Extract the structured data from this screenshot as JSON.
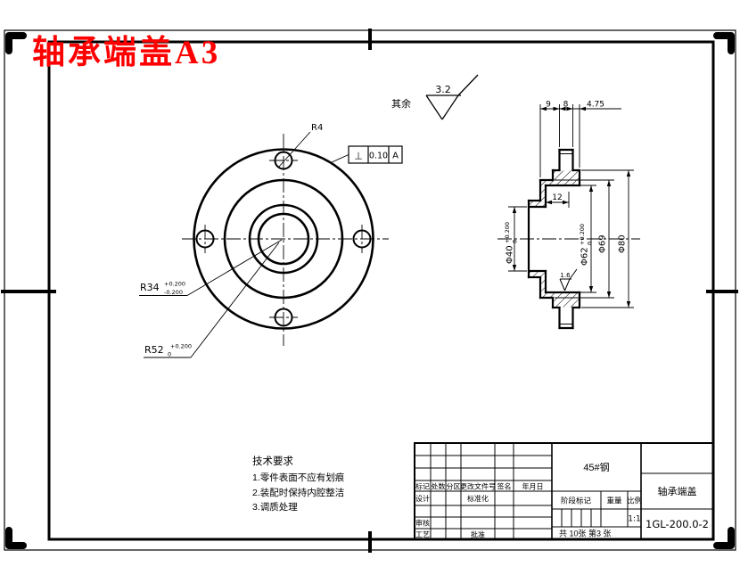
{
  "title": "轴承端盖A3",
  "surface_finish": {
    "general_prefix": "其余",
    "general_value": "3.2",
    "inner_value": "1.6"
  },
  "front_view": {
    "hole_radius_label": "R4",
    "tolerance_frame": {
      "symbol": "⊥",
      "value": "0.10",
      "datum": "A"
    },
    "r34": {
      "text": "R34",
      "upper": "+0.200",
      "lower": "-0.200"
    },
    "r52": {
      "text": "R52",
      "upper": "+0.200",
      "lower": "0"
    }
  },
  "section_view": {
    "dim_9": "9",
    "dim_8": "8",
    "dim_475": "4.75",
    "dim_12": "12",
    "d40": {
      "text": "Φ40",
      "upper": "+0.200",
      "lower": "0"
    },
    "d62": {
      "text": "Φ62",
      "upper": "+0.200",
      "lower": "0"
    },
    "d69": "Φ69",
    "d80": "Φ80"
  },
  "tech_requirements": {
    "heading": "技术要求",
    "items": [
      "1.零件表面不应有划痕",
      "2.装配时保持内腔整洁",
      "3.调质处理"
    ]
  },
  "title_block": {
    "material": "45#钢",
    "part_name": "轴承端盖",
    "drawing_number": "1GL-200.0-2",
    "header_labels": [
      "标记",
      "处数",
      "分区",
      "更改文件号",
      "签名",
      "年月日"
    ],
    "design_label": "设计",
    "standardization_label": "标准化",
    "audit_label": "审核",
    "process_label": "工艺",
    "approve_label": "批准",
    "stage_label": "阶段标记",
    "weight_label": "重量",
    "scale_label": "比例",
    "scale_value": "1:1",
    "sheet_info": "共 10张 第3 张"
  },
  "colors": {
    "accent": "#fe0000",
    "line": "#000000"
  }
}
